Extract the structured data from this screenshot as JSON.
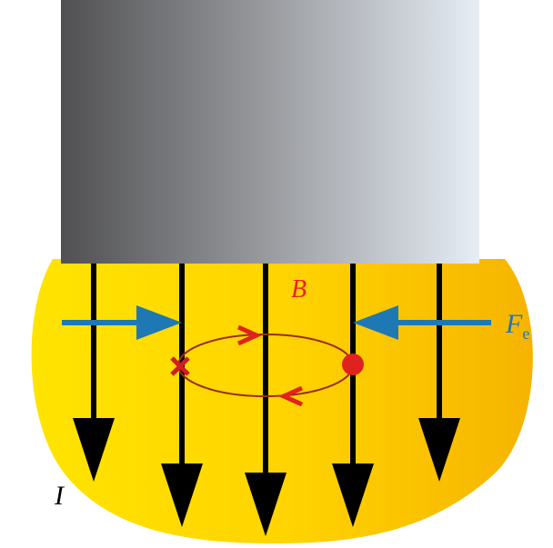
{
  "labels": {
    "magnetic_field": "B",
    "force": "F",
    "force_subscript": "e",
    "current": "I"
  },
  "colors": {
    "field_label": "#e8231f",
    "force_arrow": "#1e78b4",
    "loop": "#9b2a1a",
    "marker": "#e0221e",
    "current_arrow": "#000000"
  }
}
